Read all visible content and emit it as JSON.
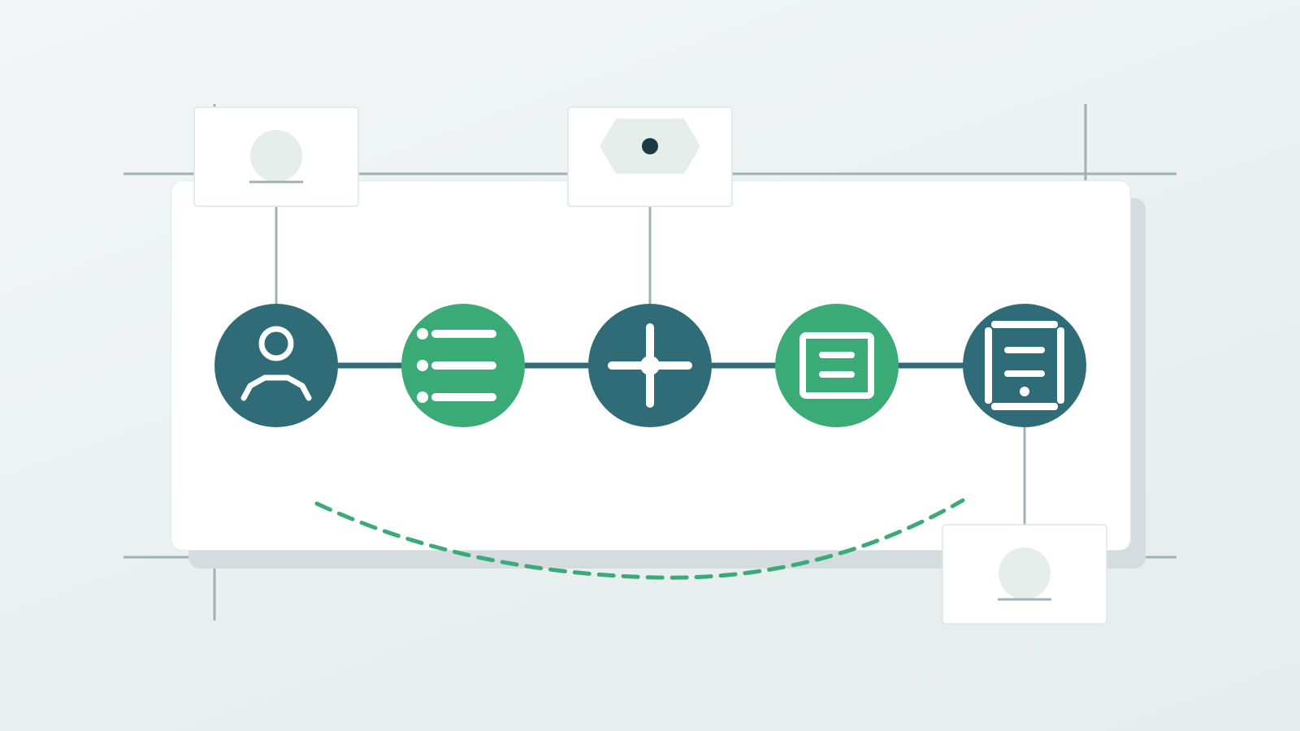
{
  "colors": {
    "teal": "#2f6c78",
    "green": "#3aaa76",
    "line": "#9fb1b5",
    "card_bg": "#ffffff",
    "placeholder": "#e6eeec",
    "dark_dot": "#1d3b44",
    "dash": "#3aaa76",
    "shadow": "#d4dcdf"
  },
  "nodes": [
    {
      "name": "user-node",
      "icon": "user-icon",
      "color": "teal"
    },
    {
      "name": "list-node",
      "icon": "list-icon",
      "color": "green"
    },
    {
      "name": "hub-node",
      "icon": "crosshair-icon",
      "color": "teal"
    },
    {
      "name": "panel-node",
      "icon": "document-panel-icon",
      "color": "green"
    },
    {
      "name": "device-node",
      "icon": "tablet-icon",
      "color": "teal"
    }
  ],
  "callouts": [
    {
      "name": "avatar-callout-card",
      "attached_to": "user-node",
      "content": "avatar-placeholder"
    },
    {
      "name": "hexagon-callout-card",
      "attached_to": "hub-node",
      "content": "hexagon-dot"
    },
    {
      "name": "avatar-callout-card-bottom",
      "attached_to": "device-node",
      "content": "avatar-placeholder"
    }
  ],
  "connectors": {
    "main": "solid",
    "return_path": "dashed-green-arc"
  }
}
